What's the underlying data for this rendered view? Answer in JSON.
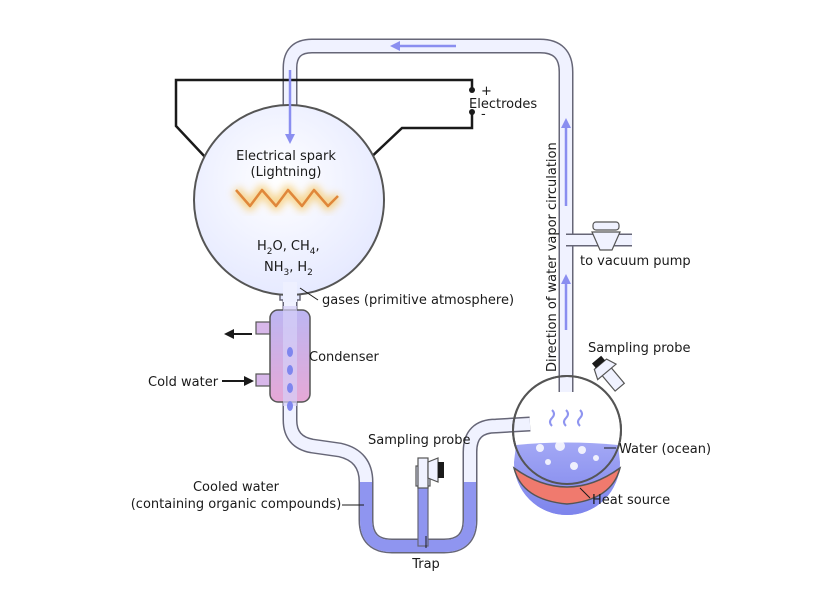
{
  "labels": {
    "electrodes": "Electrodes",
    "plus": "+",
    "minus": "-",
    "spark_line1": "Electrical spark",
    "spark_line2": "(Lightning)",
    "gases": "gases (primitive atmosphere)",
    "condenser": "Condenser",
    "cold_water": "Cold water",
    "cooled_water_line1": "Cooled water",
    "cooled_water_line2": "(containing organic compounds)",
    "sampling_probe_trap": "Sampling probe",
    "trap": "Trap",
    "sampling_probe_flask": "Sampling probe",
    "water_ocean": "Water (ocean)",
    "heat_source": "Heat source",
    "vacuum_pump": "to vacuum pump",
    "circulation": "Direction of water vapor circulation"
  },
  "chemistry": {
    "h2o_main": "H",
    "h2o_sub": "2",
    "h2o_tail": "O,",
    "ch4_main": "CH",
    "ch4_sub": "4",
    "ch4_tail": ",",
    "nh3_main": "NH",
    "nh3_sub": "3",
    "nh3_tail": ",",
    "h2_main": "H",
    "h2_sub": "2"
  },
  "colors": {
    "tube_fill": "#f0f2ff",
    "tube_stroke": "#667",
    "water": "#8f95f0",
    "arrow": "#8a8ef0",
    "spark_core": "#e0873a",
    "spark_glow": "#f6c96a",
    "heat_source": "#f07a6e",
    "condenser": "#c7a2de"
  }
}
